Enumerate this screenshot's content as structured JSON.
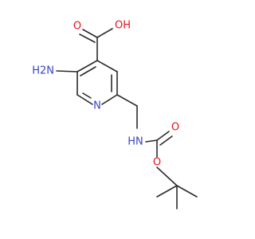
{
  "molecule": {
    "colors": {
      "bond": "#2b2b2b",
      "oxygen": "#e8141a",
      "nitrogen": "#3546c8",
      "background": "#ffffff"
    },
    "labels": {
      "carboxyl_hydroxyl": "OH",
      "carboxyl_carbonyl_oxygen": "O",
      "amino_group": "H2N",
      "ring_nitrogen": "N",
      "carbamate_nitrogen": "HN",
      "carbamate_carbonyl_oxygen": "O",
      "carbamate_ester_oxygen": "O"
    }
  }
}
